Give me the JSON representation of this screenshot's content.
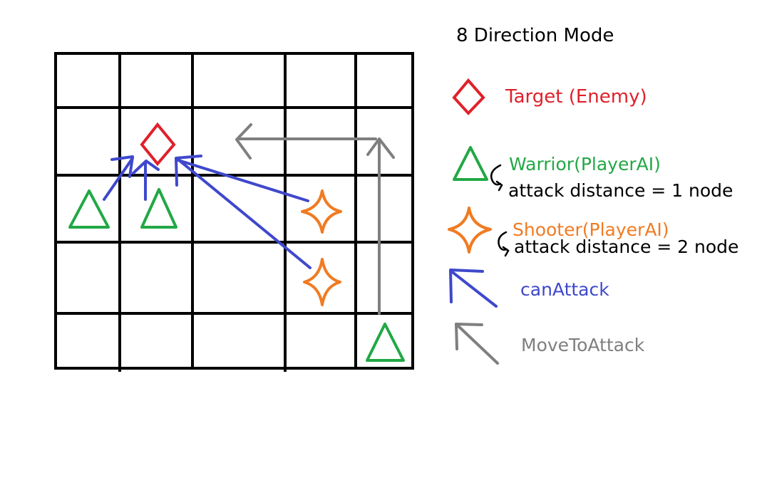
{
  "title": "8 Direction Mode",
  "legend": {
    "target": {
      "label": "Target (Enemy)",
      "color": "#e0202a",
      "icon": "red-diamond"
    },
    "warrior": {
      "label": "Warrior(PlayerAI)",
      "note": "attack distance = 1 node",
      "color": "#22a845",
      "icon": "green-triangle"
    },
    "shooter": {
      "label": "Shooter(PlayerAI)",
      "note": "attack distance = 2 node",
      "color": "#f07b22",
      "icon": "orange-four-point-star"
    },
    "can_attack": {
      "label": "canAttack",
      "color": "#3f48cc",
      "icon": "blue-arrow"
    },
    "move_to_attack": {
      "label": "MoveToAttack",
      "color": "#7f7f7f",
      "icon": "gray-arrow"
    }
  },
  "grid": {
    "rows": 5,
    "cols": 5,
    "line_color": "#000000"
  }
}
